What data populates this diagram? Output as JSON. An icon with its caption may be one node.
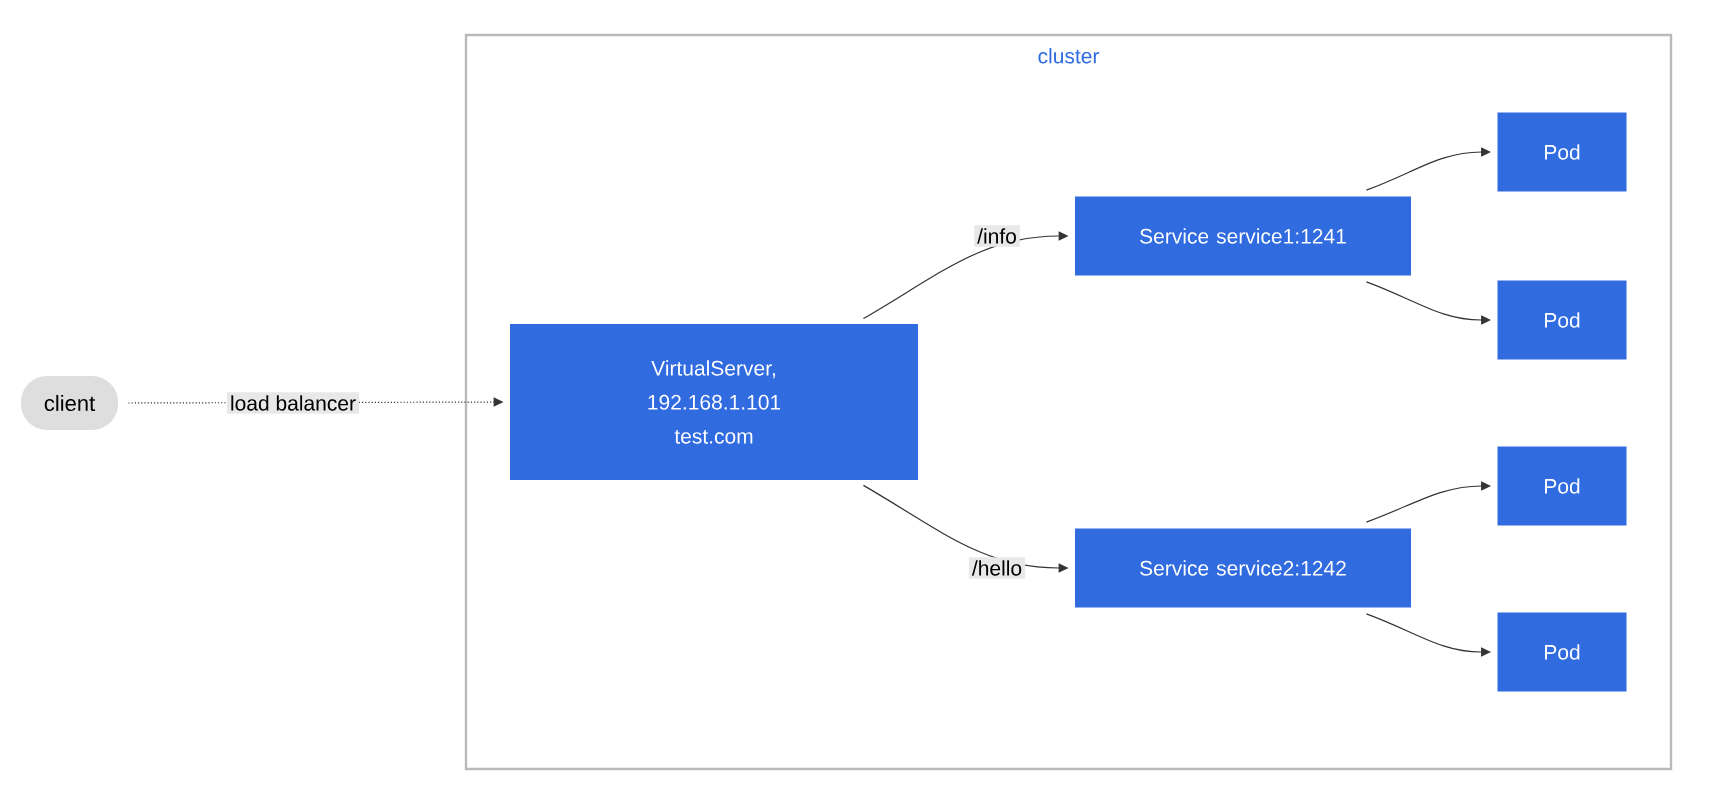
{
  "diagram": {
    "nodes": [
      {
        "text": [
          "cluster"
        ]
      },
      {
        "text": [
          "client"
        ]
      },
      {
        "text": [
          "VirtualServer, 192.168.1.101 test.com"
        ],
        "in": 0
      },
      {
        "text": [
          "Service service1:1241"
        ],
        "in": 0
      },
      {
        "text": [
          "Service service2:1242"
        ],
        "in": 0
      },
      {
        "text": [
          "Pod"
        ],
        "in": 0
      },
      {
        "text": [
          "Pod"
        ],
        "in": 0
      },
      {
        "text": [
          "Pod"
        ],
        "in": 0
      },
      {
        "text": [
          "Pod"
        ],
        "in": 0
      }
    ],
    "edges": [
      {
        "from": 1,
        "to": 2,
        "arrow": "to",
        "label": "load balancer",
        "style": "dashed"
      },
      {
        "from": 2,
        "to": 3,
        "arrow": "to",
        "label": "/info"
      },
      {
        "from": 2,
        "to": 4,
        "arrow": "to",
        "label": "/hello"
      },
      {
        "from": 3,
        "to": 5,
        "arrow": "to"
      },
      {
        "from": 3,
        "to": 6,
        "arrow": "to"
      },
      {
        "from": 4,
        "to": 7,
        "arrow": "to"
      },
      {
        "from": 4,
        "to": 8,
        "arrow": "to"
      }
    ]
  }
}
